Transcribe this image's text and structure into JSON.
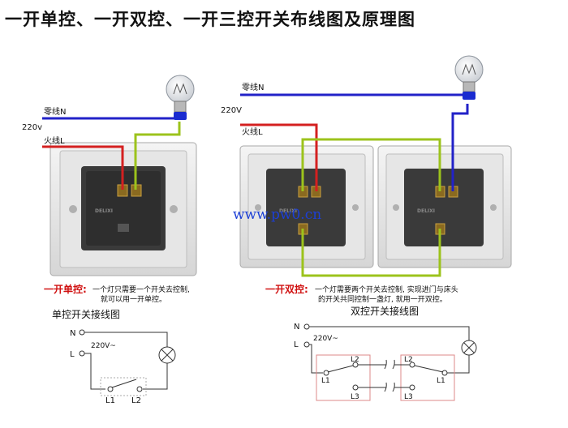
{
  "title": "一开单控、一开双控、一开三控开关布线图及原理图",
  "colors": {
    "neutral_wire": "#2222c8",
    "live_wire": "#d42020",
    "switch_wire": "#9cc31c",
    "caption_red": "#d01010",
    "watermark": "#1c3fd6"
  },
  "left_photo": {
    "neutral_label": "零线N",
    "voltage_label": "220v",
    "live_label": "火线L",
    "brand": "DELIXI"
  },
  "right_photo": {
    "neutral_label": "零线N",
    "voltage_label": "220V",
    "live_label": "火线L",
    "brand": "DELIXI"
  },
  "watermark": "www.pw0.cn",
  "single_caption": {
    "heading": "一开单控:",
    "line1": "一个灯只需要一个开关去控制,",
    "line2": "就可以用一开单控。"
  },
  "double_caption": {
    "heading": "一开双控:",
    "line1": "一个灯需要两个开关去控制, 实现进门与床头",
    "line2": "的开关共同控制一盏灯, 就用一开双控。"
  },
  "single_schematic": {
    "title": "单控开关接线图",
    "n": "N",
    "l": "L",
    "voltage": "220V~",
    "t1": "L1",
    "t2": "L2"
  },
  "double_schematic": {
    "title": "双控开关接线图",
    "n": "N",
    "l": "L",
    "voltage": "220V~",
    "left_l1": "L1",
    "left_l2": "L2",
    "left_l3": "L3",
    "right_l1": "L1",
    "right_l2": "L2",
    "right_l3": "L3"
  },
  "icons": [
    "light-bulb-icon",
    "lamp-symbol-icon",
    "switch-symbol-icon"
  ]
}
